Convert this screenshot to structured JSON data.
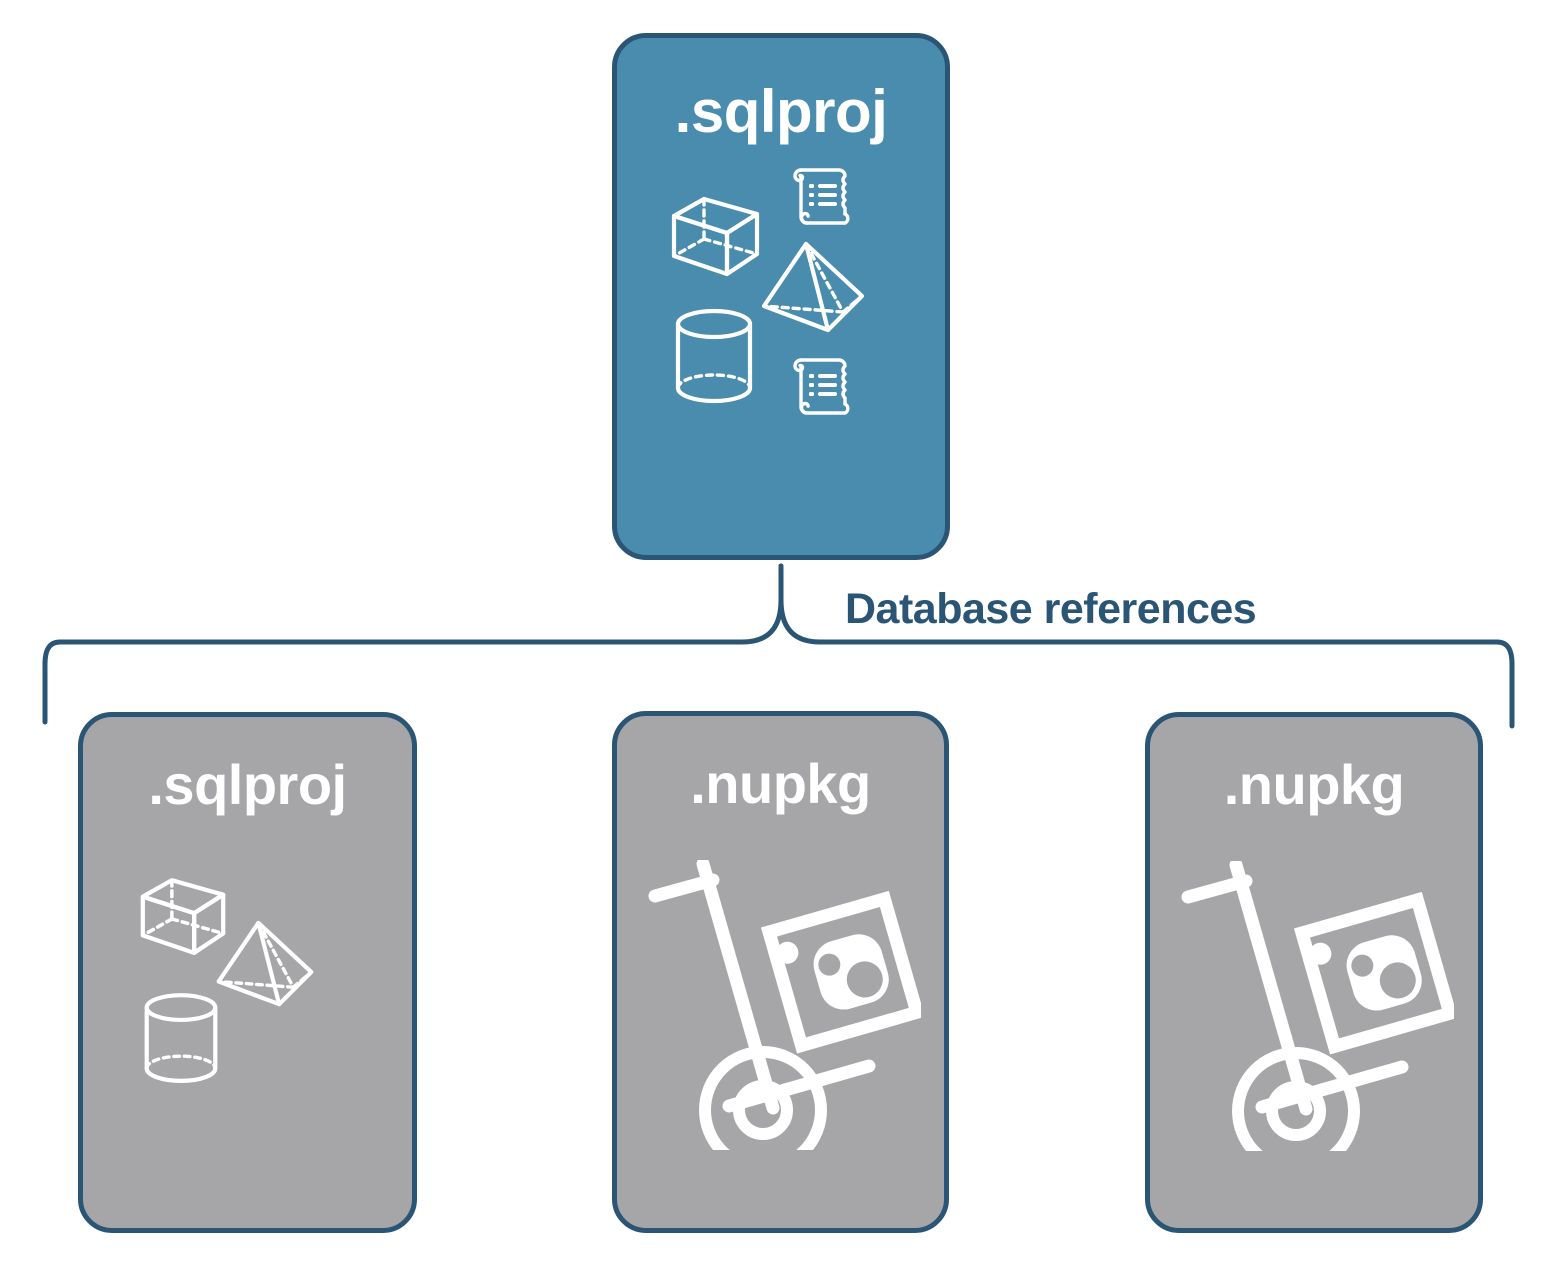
{
  "diagram": {
    "title": "SQL project database references",
    "colors": {
      "primary_fill": "#4a8cae",
      "secondary_fill": "#a6a6a8",
      "stroke": "#2b5574",
      "icon": "#ffffff",
      "background": "#ffffff"
    }
  },
  "root": {
    "label": ".sqlproj",
    "kind": "sql-project",
    "icons": [
      "cube-icon",
      "pyramid-icon",
      "cylinder-icon",
      "scroll-icon",
      "scroll-icon"
    ]
  },
  "connector": {
    "label": "Database references",
    "style": "curly-brace",
    "direction": "top-to-children"
  },
  "children": [
    {
      "label": ".sqlproj",
      "kind": "sql-project",
      "icons": [
        "cube-icon",
        "pyramid-icon",
        "cylinder-icon"
      ]
    },
    {
      "label": ".nupkg",
      "kind": "nuget-package",
      "icons": [
        "hand-truck-icon",
        "nuget-box-icon"
      ]
    },
    {
      "label": ".nupkg",
      "kind": "nuget-package",
      "icons": [
        "hand-truck-icon",
        "nuget-box-icon"
      ]
    }
  ]
}
